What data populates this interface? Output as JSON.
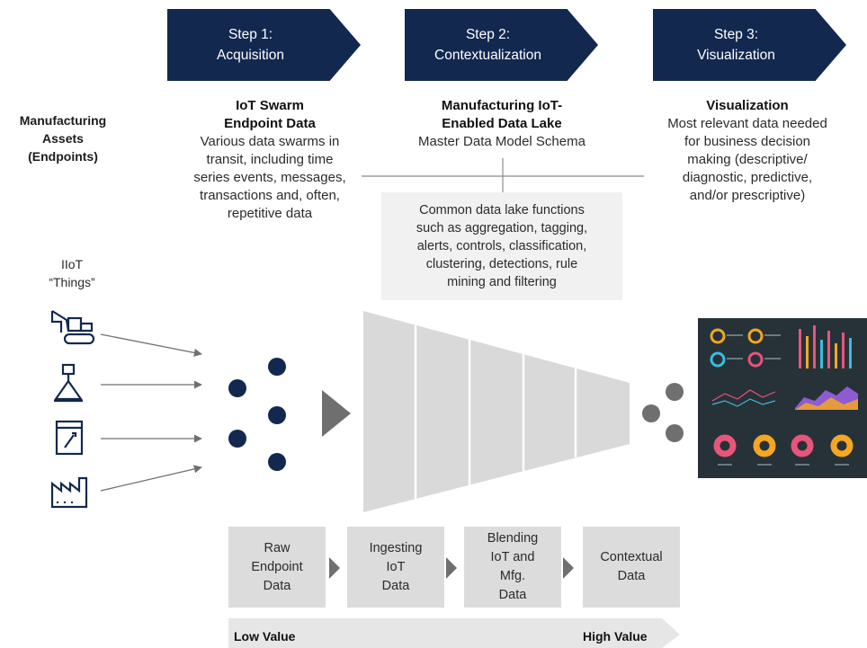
{
  "steps": [
    {
      "label_line1": "Step 1:",
      "label_line2": "Acquisition"
    },
    {
      "label_line1": "Step 2:",
      "label_line2": "Contextualization"
    },
    {
      "label_line1": "Step 3:",
      "label_line2": "Visualization"
    }
  ],
  "assets": {
    "line1": "Manufacturing",
    "line2": "Assets",
    "line3": "(Endpoints)"
  },
  "iiot": {
    "line1": "IIoT",
    "line2": "“Things”"
  },
  "columns": [
    {
      "title1": "IoT Swarm",
      "title2": "Endpoint Data",
      "body": [
        "Various data swarms in",
        "transit, including time",
        "series events, messages,",
        "transactions and, often,",
        "repetitive data"
      ]
    },
    {
      "title1": "Manufacturing IoT-",
      "title2": "Enabled Data Lake",
      "body": [
        "Master Data Model Schema"
      ]
    },
    {
      "title1": "Visualization",
      "title2": "",
      "body": [
        "Most relevant data needed",
        "for business decision",
        "making (descriptive/",
        "diagnostic, predictive,",
        "and/or prescriptive)"
      ]
    }
  ],
  "functions": [
    "Common data lake functions",
    "such as aggregation, tagging,",
    "alerts, controls, classification,",
    "clustering, detections, rule",
    "mining and filtering"
  ],
  "stages": [
    {
      "lines": [
        "Raw",
        "Endpoint",
        "Data"
      ]
    },
    {
      "lines": [
        "Ingesting",
        "IoT",
        "Data"
      ]
    },
    {
      "lines": [
        "Blending",
        "IoT and",
        "Mfg.",
        "Data"
      ]
    },
    {
      "lines": [
        "Contextual",
        "Data"
      ]
    }
  ],
  "value_scale": {
    "low": "Low Value",
    "high": "High Value"
  },
  "icons": [
    "excavator-icon",
    "crane-hook-icon",
    "tablet-wrench-icon",
    "factory-icon"
  ],
  "colors": {
    "navy": "#13284f",
    "gray_dot": "#6f6f6f",
    "funnel": "#d9d9d9",
    "box": "#dcdcdc",
    "dashboard_bg": "#263238"
  }
}
